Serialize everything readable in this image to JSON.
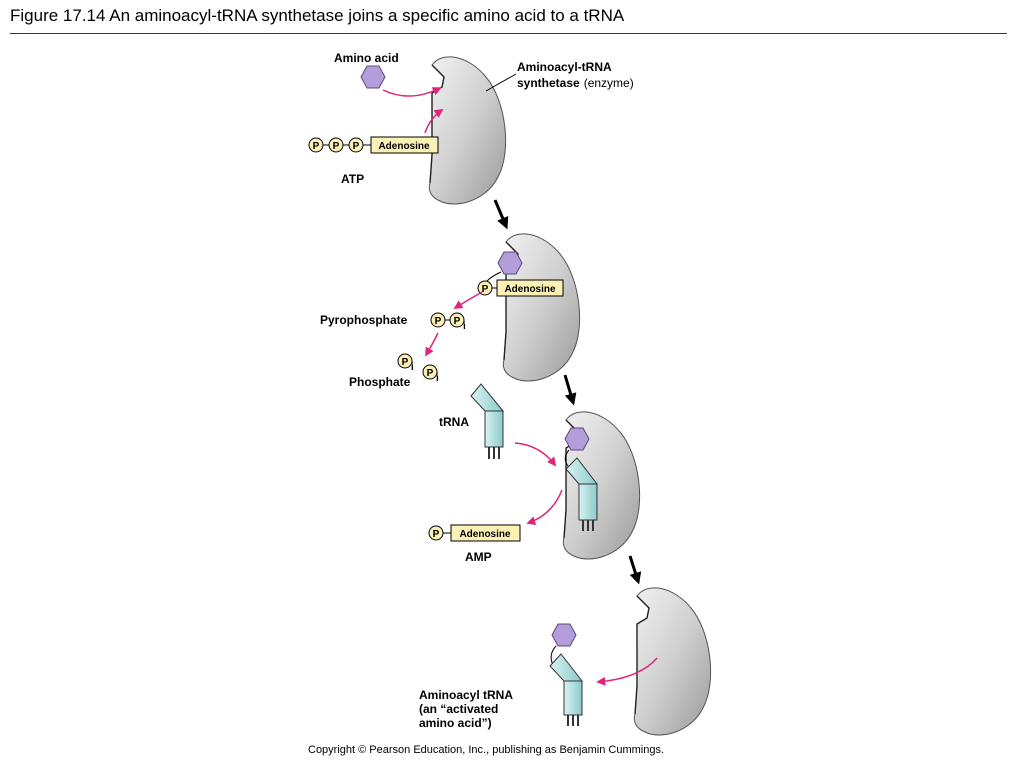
{
  "title": "Figure 17.14  An aminoacyl-tRNA synthetase joins a specific amino acid to a tRNA",
  "labels": {
    "amino_acid": "Amino acid",
    "enzyme_line1": "Aminoacyl-tRNA",
    "enzyme_line2": "synthetase",
    "enzyme_paren": "(enzyme)",
    "atp": "ATP",
    "pyrophosphate": "Pyrophosphate",
    "phosphate": "Phosphate",
    "trna": "tRNA",
    "amp": "AMP",
    "product_line1": "Aminoacyl tRNA",
    "product_line2": "(an “activated",
    "product_line3": "amino acid”)"
  },
  "molecule": {
    "adenosine": "Adenosine",
    "phosphate_symbol": "P",
    "inorganic_subscript": "i"
  },
  "copyright": "Copyright © Pearson Education, Inc., publishing as Benjamin Cummings.",
  "colors": {
    "enzyme_fill": "#c8c8c8",
    "amino_acid_fill": "#b39ddb",
    "trna_fill": "#a8dcdc",
    "phosphate_fill": "#fbf1b4",
    "adenosine_fill": "#fbf1b4",
    "reaction_arrow": "#e0237d",
    "step_arrow": "#000000",
    "title_rule": "#1f3864"
  }
}
